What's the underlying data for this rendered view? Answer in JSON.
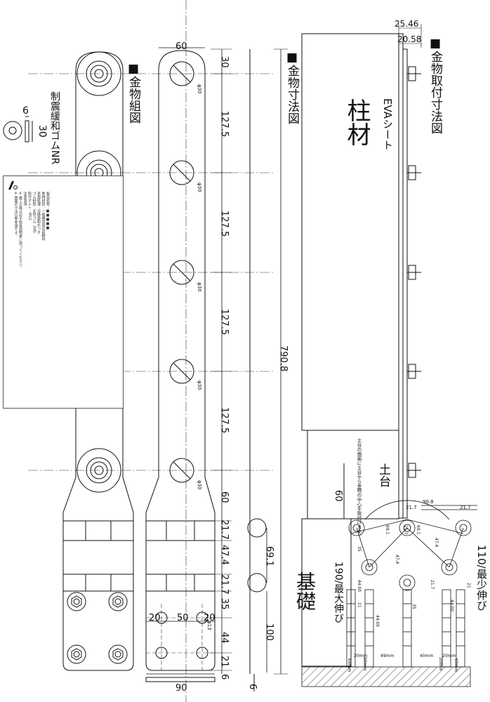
{
  "titles": {
    "assembly": "■金物組図",
    "dimensions": "■金物寸法図",
    "mounting": "■金物取付寸法図"
  },
  "rubber": {
    "label": "制震緩和ゴムNR",
    "dim_thickness": "6",
    "dim_diameter": "30"
  },
  "note_lines": [
    "製品名称：■■■■■",
    "金物材質：一般構造用圧延鋼材",
    "表面処理：溶融亜鉛めっき",
    "ゴム材質：天然ゴム（NR）",
    "取付ボルト：M12",
    "注意事項：",
    "※施工の際は必ず取扱説明書に従ってください。",
    "※図面の寸法は参考値です。"
  ],
  "dimension_plate": {
    "width_top": "60",
    "hole_label": "φ30",
    "spacing": [
      "30",
      "127.5",
      "127.5",
      "127.5",
      "127.5",
      "60",
      "21.7",
      "47.4",
      "21.7",
      "35",
      "44",
      "21",
      "6"
    ],
    "total": "790.8",
    "side_total": "69.1",
    "side_bottom": "100",
    "bottom_row": [
      "20",
      "50",
      "20"
    ],
    "bottom_width": "90",
    "thickness": "6",
    "hole_small": "φ13"
  },
  "mounting": {
    "top_dim_1": "25.46",
    "top_dim_2": "20.58",
    "eva_label": "EVAシート",
    "pillar_label": "柱材",
    "sill_label": "土台",
    "sill_note": "土台の側面に土台から金物の中心を取付けます。",
    "sill_height": "60",
    "foundation_label": "基礎",
    "max_stretch": "190/最大伸び",
    "min_stretch": "110/最少伸び"
  },
  "detail": {
    "dims_top": [
      "90.8",
      "21.7",
      "21.7"
    ],
    "diag": [
      "21.7",
      "47.4",
      "69.1",
      "69.1",
      "47.4"
    ],
    "side_vals": [
      "35",
      "44.00",
      "21",
      "44.00",
      "35",
      "21.7",
      "44.00",
      "21"
    ],
    "bottom_vals": [
      "20mm",
      "49mm",
      "40mm",
      "20mm",
      "20mm",
      "20mm"
    ],
    "left_bottom": "69mm",
    "right_bottom": "69mm"
  },
  "colors": {
    "line": "#111111",
    "guide": "#333333",
    "ground": "#444444"
  }
}
